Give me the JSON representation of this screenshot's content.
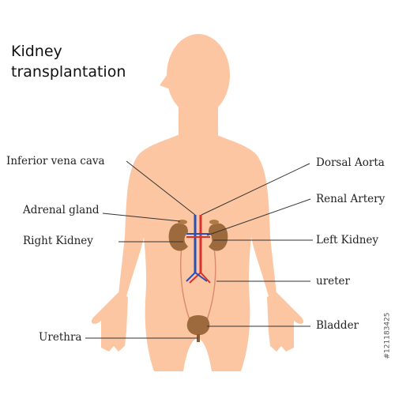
{
  "title": {
    "line1": "Kidney",
    "line2": "transplantation"
  },
  "labels": {
    "inferior_vena_cava": "Inferior vena cava",
    "adrenal_gland": "Adrenal gland",
    "right_kidney": "Right Kidney",
    "urethra": "Urethra",
    "dorsal_aorta": "Dorsal Aorta",
    "renal_artery": "Renal Artery",
    "left_kidney": "Left Kidney",
    "ureter": "ureter",
    "bladder": "Bladder"
  },
  "credit": "#121183425",
  "colors": {
    "body": "#fcc6a2",
    "kidney": "#9c6a3c",
    "artery": "#d8322c",
    "vein": "#2a4fb5",
    "leader": "#333333"
  }
}
